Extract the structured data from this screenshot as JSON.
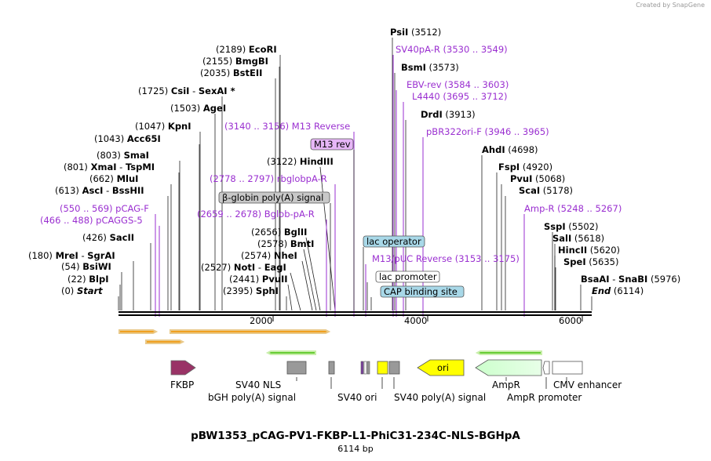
{
  "header": {
    "credit": "Created by SnapGene"
  },
  "plasmid": {
    "name": "pBW1353_pCAG-PV1-FKBP-L1-PhiC31-234C-NLS-BGHpA",
    "length_label": "6114 bp"
  },
  "enzymes": [
    {
      "pos": "(0)",
      "name": "Start",
      "special": true
    },
    {
      "pos": "(22)",
      "name": "BlpI"
    },
    {
      "pos": "(54)",
      "name": "BsiWI"
    },
    {
      "pos": "(180)",
      "name": "MreI",
      "name2": "SgrAI"
    },
    {
      "pos": "(426)",
      "name": "SacII"
    },
    {
      "pos": "(613)",
      "name": "AscI",
      "name2": "BssHII"
    },
    {
      "pos": "(662)",
      "name": "MluI"
    },
    {
      "pos": "(801)",
      "name": "XmaI",
      "name2": "TspMI"
    },
    {
      "pos": "(803)",
      "name": "SmaI"
    },
    {
      "pos": "(1043)",
      "name": "Acc65I"
    },
    {
      "pos": "(1047)",
      "name": "KpnI"
    },
    {
      "pos": "(1503)",
      "name": "AgeI"
    },
    {
      "pos": "(1725)",
      "name": "CsiI",
      "name2": "SexAI *"
    },
    {
      "pos": "(2035)",
      "name": "BstEII"
    },
    {
      "pos": "(2155)",
      "name": "BmgBI"
    },
    {
      "pos": "(2189)",
      "name": "EcoRI"
    },
    {
      "pos": "(2395)",
      "name": "SphI"
    },
    {
      "pos": "(2441)",
      "name": "PvuII"
    },
    {
      "pos": "(2527)",
      "name": "NotI",
      "name2": "EagI"
    },
    {
      "pos": "(2574)",
      "name": "NheI"
    },
    {
      "pos": "(2578)",
      "name": "BmtI"
    },
    {
      "pos": "(2656)",
      "name": "BglII"
    },
    {
      "pos": "(3122)",
      "name": "HindIII"
    },
    {
      "pos": "(3512)",
      "name": "PsiI"
    },
    {
      "pos": "(3573)",
      "name": "BsmI"
    },
    {
      "pos": "(3913)",
      "name": "DrdI"
    },
    {
      "pos": "(4698)",
      "name": "AhdI"
    },
    {
      "pos": "(4920)",
      "name": "FspI"
    },
    {
      "pos": "(5068)",
      "name": "PvuI"
    },
    {
      "pos": "(5178)",
      "name": "ScaI"
    },
    {
      "pos": "(5502)",
      "name": "SspI"
    },
    {
      "pos": "(5618)",
      "name": "SalI"
    },
    {
      "pos": "(5620)",
      "name": "HincII"
    },
    {
      "pos": "(5635)",
      "name": "SpeI"
    },
    {
      "name": "BsaAI",
      "name2": "SnaBI",
      "pos": "(5976)"
    },
    {
      "name": "End",
      "pos": "(6114)",
      "special": true
    }
  ],
  "primers": [
    {
      "name": "pCAG-F",
      "range": "(550 .. 569)"
    },
    {
      "name": "pCAGGS-5",
      "range": "(466 .. 488)"
    },
    {
      "name": "Bglob-pA-R",
      "range": "(2659 .. 2678)"
    },
    {
      "name": "rbglobpA-R",
      "range": "(2778 .. 2797)"
    },
    {
      "name": "M13 Reverse",
      "range": "(3140 .. 3156)"
    },
    {
      "name": "SV40pA-R",
      "range": "(3530 .. 3549)"
    },
    {
      "name": "EBV-rev",
      "range": "(3584 .. 3603)"
    },
    {
      "name": "L4440",
      "range": "(3695 .. 3712)"
    },
    {
      "name": "pBR322ori-F",
      "range": "(3946 .. 3965)"
    },
    {
      "name": "M13/pUC Reverse",
      "range": "(3153 .. 3175)"
    },
    {
      "name": "Amp-R",
      "range": "(5248 .. 5267)"
    }
  ],
  "boxed_labels": [
    {
      "text": "M13 rev",
      "color": "#e7b6f7"
    },
    {
      "text": "β-globin poly(A) signal",
      "color": "#c8c8c8"
    },
    {
      "text": "lac operator",
      "color": "#a8d8e8"
    },
    {
      "text": "lac promoter",
      "color": "#ffffff"
    },
    {
      "text": "CAP binding site",
      "color": "#a8d8e8"
    }
  ],
  "ruler": {
    "ticks": [
      "2000",
      "4000",
      "6000"
    ]
  },
  "features": [
    {
      "name": "FKBP",
      "color": "#993366"
    },
    {
      "name": "SV40 NLS",
      "color": "#999999"
    },
    {
      "name": "bGH poly(A) signal",
      "color": "#999999"
    },
    {
      "name": "SV40 ori",
      "color": "#ffff00"
    },
    {
      "name": "SV40 poly(A) signal",
      "color": "#999999"
    },
    {
      "name": "ori",
      "color": "#ffff00"
    },
    {
      "name": "AmpR",
      "color": "#ccffcc"
    },
    {
      "name": "AmpR promoter",
      "color": "#ffffff"
    },
    {
      "name": "CMV enhancer",
      "color": "#ffffff"
    }
  ],
  "colors": {
    "primer": "#9a2fd0",
    "orange_arrow": "#f0a020",
    "green_arrow": "#66cc33"
  }
}
